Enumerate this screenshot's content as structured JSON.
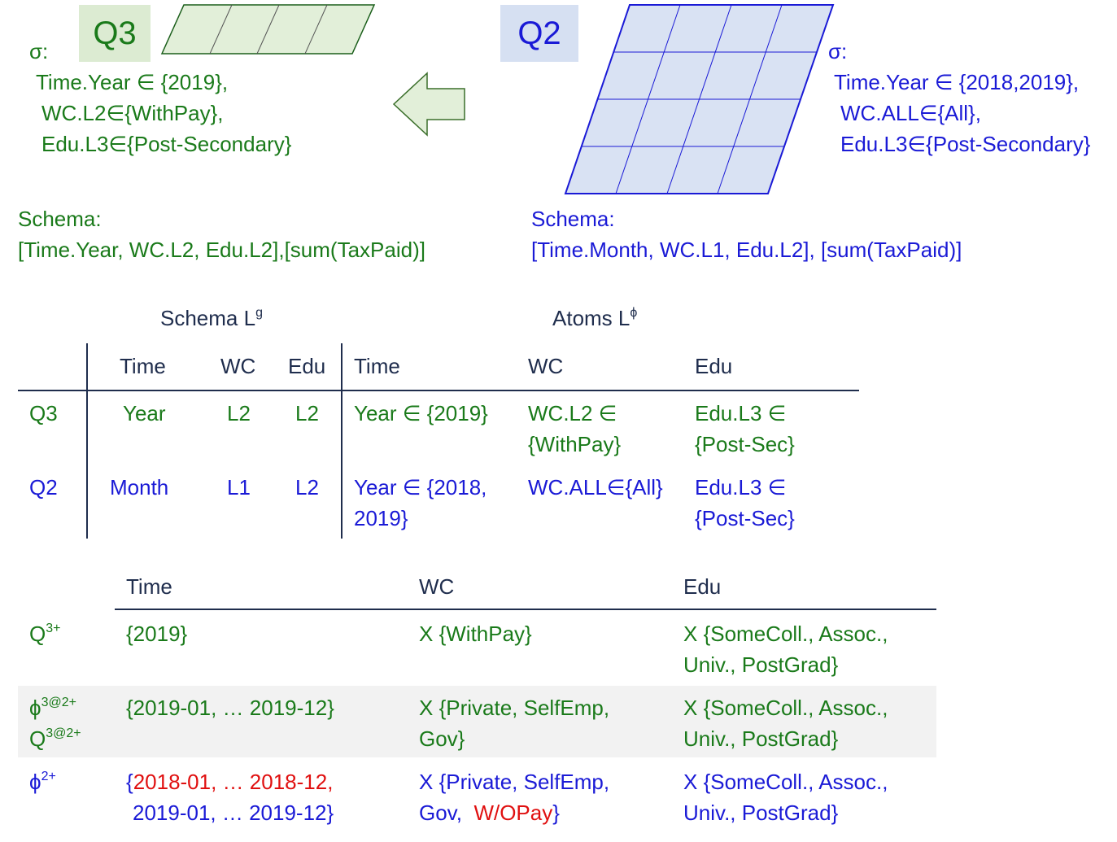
{
  "q3": {
    "badge": "Q3",
    "sigma": "σ:",
    "conds": [
      "Time.Year ∈ {2019},",
      "WC.L2∈{WithPay},",
      "Edu.L3∈{Post-Secondary}"
    ],
    "schema_title": "Schema:",
    "schema": "[Time.Year, WC.L2, Edu.L2],[sum(TaxPaid)]"
  },
  "q2": {
    "badge": "Q2",
    "sigma": "σ:",
    "conds": [
      "Time.Year ∈ {2018,2019},",
      "WC.ALL∈{All},",
      "Edu.L3∈{Post-Secondary}"
    ],
    "schema_title": "Schema:",
    "schema": "[Time.Month, WC.L1, Edu.L2], [sum(TaxPaid)]"
  },
  "table1": {
    "group_schema": "Schema L",
    "group_schema_sup": "g",
    "group_atoms": "Atoms L",
    "group_atoms_sup": "ϕ",
    "headers": [
      "Time",
      "WC",
      "Edu",
      "Time",
      "WC",
      "Edu"
    ],
    "rows": [
      {
        "label": "Q3",
        "time": "Year",
        "wc": "L2",
        "edu": "L2",
        "atom_time": [
          "Year ∈ {2019}"
        ],
        "atom_wc": [
          "WC.L2 ∈",
          "{WithPay}"
        ],
        "atom_edu": [
          "Edu.L3 ∈",
          "{Post-Sec}"
        ]
      },
      {
        "label": "Q2",
        "time": "Month",
        "wc": "L1",
        "edu": "L2",
        "atom_time": [
          "Year ∈ {2018,",
          "2019}"
        ],
        "atom_wc": [
          "WC.ALL∈{All}"
        ],
        "atom_edu": [
          "Edu.L3 ∈",
          "{Post-Sec}"
        ]
      }
    ]
  },
  "table2": {
    "headers": [
      "Time",
      "WC",
      "Edu"
    ],
    "row1": {
      "label": "Q",
      "label_sup": "3+",
      "time": "{2019}",
      "wc": "X {WithPay}",
      "edu": [
        "X {SomeColl., Assoc.,",
        "Univ., PostGrad}"
      ]
    },
    "row2": {
      "label1": "ϕ",
      "label1_sup": "3@2+",
      "label2": "Q",
      "label2_sup": "3@2+",
      "time": "{2019-01, … 2019-12}",
      "wc": [
        "X {Private, SelfEmp,",
        "Gov}"
      ],
      "edu": [
        "X {SomeColl., Assoc.,",
        "Univ., PostGrad}"
      ]
    },
    "row3": {
      "label": "ϕ",
      "label_sup": "2+",
      "time_open": "{",
      "time_red": "2018-01, … 2018-12,",
      "time_line2": "2019-01, … 2019-12}",
      "wc_line1": "X {Private, SelfEmp,",
      "wc_line2_a": "Gov,",
      "wc_line2_red": "W/OPay",
      "wc_line2_b": "}",
      "edu": [
        "X {SomeColl., Assoc.,",
        "Univ., PostGrad}"
      ]
    }
  },
  "colors": {
    "q3": "#1a7a1a",
    "q2": "#1a1ad6",
    "text": "#1f2d4d",
    "highlight": "#e01010",
    "q3_fill": "#e2efd9",
    "q2_fill": "#d9e2f3"
  }
}
